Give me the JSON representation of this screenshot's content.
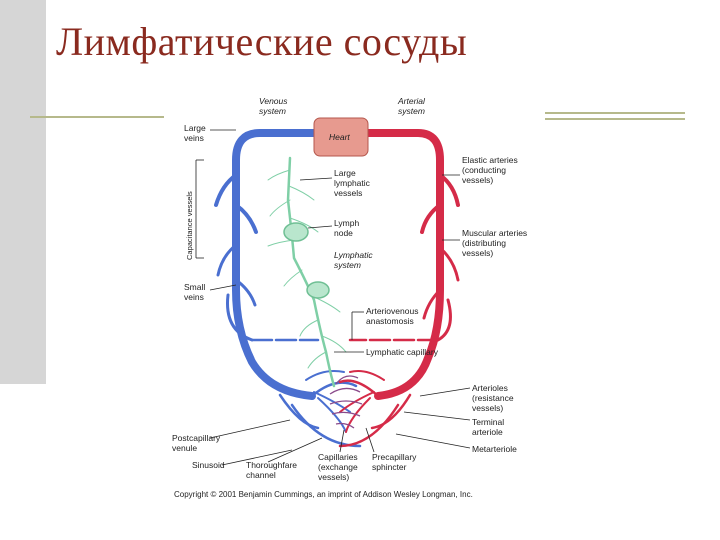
{
  "slide": {
    "title": "Лимфатические сосуды"
  },
  "colors": {
    "vein": "#4a6fd0",
    "artery": "#d52b48",
    "lymph": "#7fcfa6",
    "heart": "#e79a8f",
    "title": "#8a2a1f",
    "accent_rule": "#b6b98b"
  },
  "diagram": {
    "labels": {
      "venous_system": [
        "Venous",
        "system"
      ],
      "arterial_system": [
        "Arterial",
        "system"
      ],
      "heart": "Heart",
      "large_veins": [
        "Large",
        "veins"
      ],
      "capacitance_vessels": "Capacitance vessels",
      "elastic_arteries": [
        "Elastic arteries",
        "(conducting",
        "vessels)"
      ],
      "large_lymphatic_vessels": [
        "Large",
        "lymphatic",
        "vessels"
      ],
      "lymph_node": [
        "Lymph",
        "node"
      ],
      "lymphatic_system": [
        "Lymphatic",
        "system"
      ],
      "muscular_arteries": [
        "Muscular arteries",
        "(distributing",
        "vessels)"
      ],
      "small_veins": [
        "Small",
        "veins"
      ],
      "arteriovenous_anastomosis": [
        "Arteriovenous",
        "anastomosis"
      ],
      "lymphatic_capillary": "Lymphatic capillary",
      "arterioles": [
        "Arterioles",
        "(resistance",
        "vessels)"
      ],
      "terminal_arteriole": [
        "Terminal",
        "arteriole"
      ],
      "postcapillary_venule": [
        "Postcapillary",
        "venule"
      ],
      "metarteriole": "Metarteriole",
      "sinusoid": "Sinusoid",
      "thoroughfare_channel": [
        "Thoroughfare",
        "channel"
      ],
      "capillaries": [
        "Capillaries",
        "(exchange",
        "vessels)"
      ],
      "precapillary_sphincter": [
        "Precapillary",
        "sphincter"
      ]
    },
    "copyright": "Copyright © 2001 Benjamin Cummings, an imprint of Addison Wesley Longman, Inc."
  }
}
